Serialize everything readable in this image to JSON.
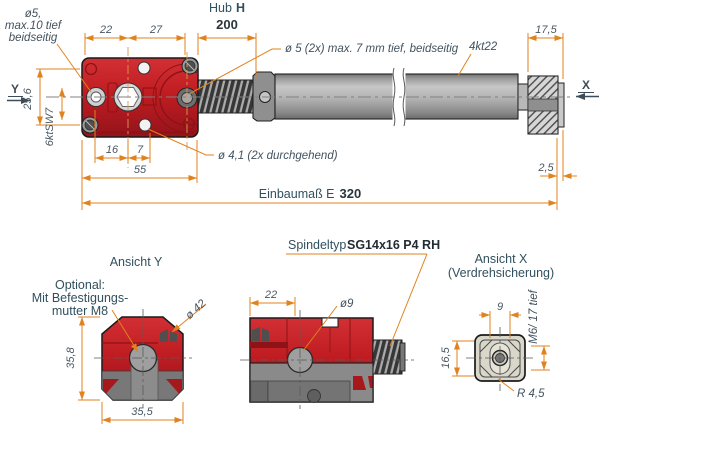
{
  "colors": {
    "dimension_orange": "#e0821e",
    "housing_red": "#c01d22",
    "tube_gray": "#b2b2b2",
    "label_text": "#42525e"
  },
  "top_view": {
    "axis": {
      "y": "Y",
      "x": "X"
    },
    "labels": {
      "left_hole": [
        "ø5,",
        "max.10 tief",
        "beidseitig"
      ],
      "top_hole": "ø 5 (2x) max. 7 mm tief, beidseitig",
      "square_end": "4kt22",
      "through_hole": "ø 4,1 (2x durchgehend)",
      "hex": "6ktSW7"
    },
    "dims": {
      "w22": "22",
      "w27": "27",
      "hub_word": "Hub",
      "hub_letter": "H",
      "hub_value": "200",
      "l17_5": "17,5",
      "h25_6": "25,6",
      "b16": "16",
      "b7": "7",
      "b55": "55",
      "e2_5": "2,5",
      "einbau_label": "Einbaumaß E",
      "einbau_value": "320"
    }
  },
  "view_y": {
    "title": "Ansicht Y",
    "optional": [
      "Optional:",
      "Mit Befestigungs-",
      "mutter M8"
    ],
    "d42": "ø 42",
    "h35_8": "35,8",
    "w35_5": "35,5"
  },
  "view_mid": {
    "spindle_label": "Spindeltyp",
    "spindle_value": "SG14x16 P4 RH",
    "w22": "22",
    "d9": "ø9"
  },
  "view_x": {
    "title": "Ansicht X",
    "subtitle": "(Verdrehsicherung)",
    "w9": "9",
    "m6": "M6/ 17 tief",
    "h16_5": "16,5",
    "r": "R 4,5"
  }
}
